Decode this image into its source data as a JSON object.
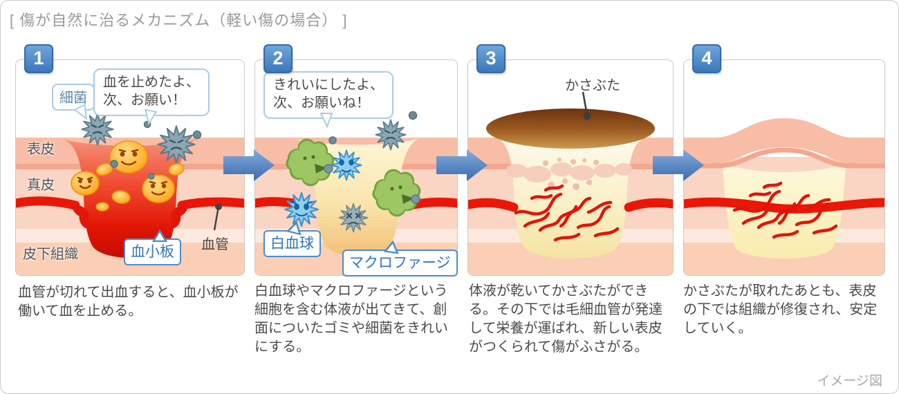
{
  "page": {
    "title": "[ 傷が自然に治るメカニズム（軽い傷の場合） ]",
    "footnote": "イメージ図"
  },
  "colors": {
    "accent_blue": "#3c78bc",
    "label_blue": "#2f74bc",
    "soft_blue_border": "#a9cbe5",
    "blood_red": "#ea1607",
    "wound_red": "#e11505",
    "wound_yellow": "#f8e9a8",
    "skin_salmon": "#f8bda6",
    "scab_brown": "#8a4a16"
  },
  "panels": [
    {
      "number": "1",
      "caption": "血管が切れて出血すると、血小板が働いて血を止める。",
      "bubble": {
        "line1": "血を止めたよ、",
        "line2": "次、お願い！"
      },
      "labels": {
        "bacteria": "細菌",
        "platelet": "血小板",
        "vessel": "血管"
      },
      "layers": {
        "epidermis": "表皮",
        "dermis": "真皮",
        "subcutaneous": "皮下組織"
      }
    },
    {
      "number": "2",
      "caption": "白血球やマクロファージという細胞を含む体液が出てきて、創面についたゴミや細菌をきれいにする。",
      "bubble": {
        "line1": "きれいにしたよ、",
        "line2": "次、お願いね！"
      },
      "labels": {
        "leukocyte": "白血球",
        "macrophage": "マクロファージ"
      }
    },
    {
      "number": "3",
      "caption": "体液が乾いてかさぶたができる。その下では毛細血管が発達して栄養が運ばれ、新しい表皮がつくられて傷がふさがる。",
      "labels": {
        "scab": "かさぶた"
      }
    },
    {
      "number": "4",
      "caption": "かさぶたが取れたあとも、表皮の下では組織が修復され、安定していく。"
    }
  ]
}
